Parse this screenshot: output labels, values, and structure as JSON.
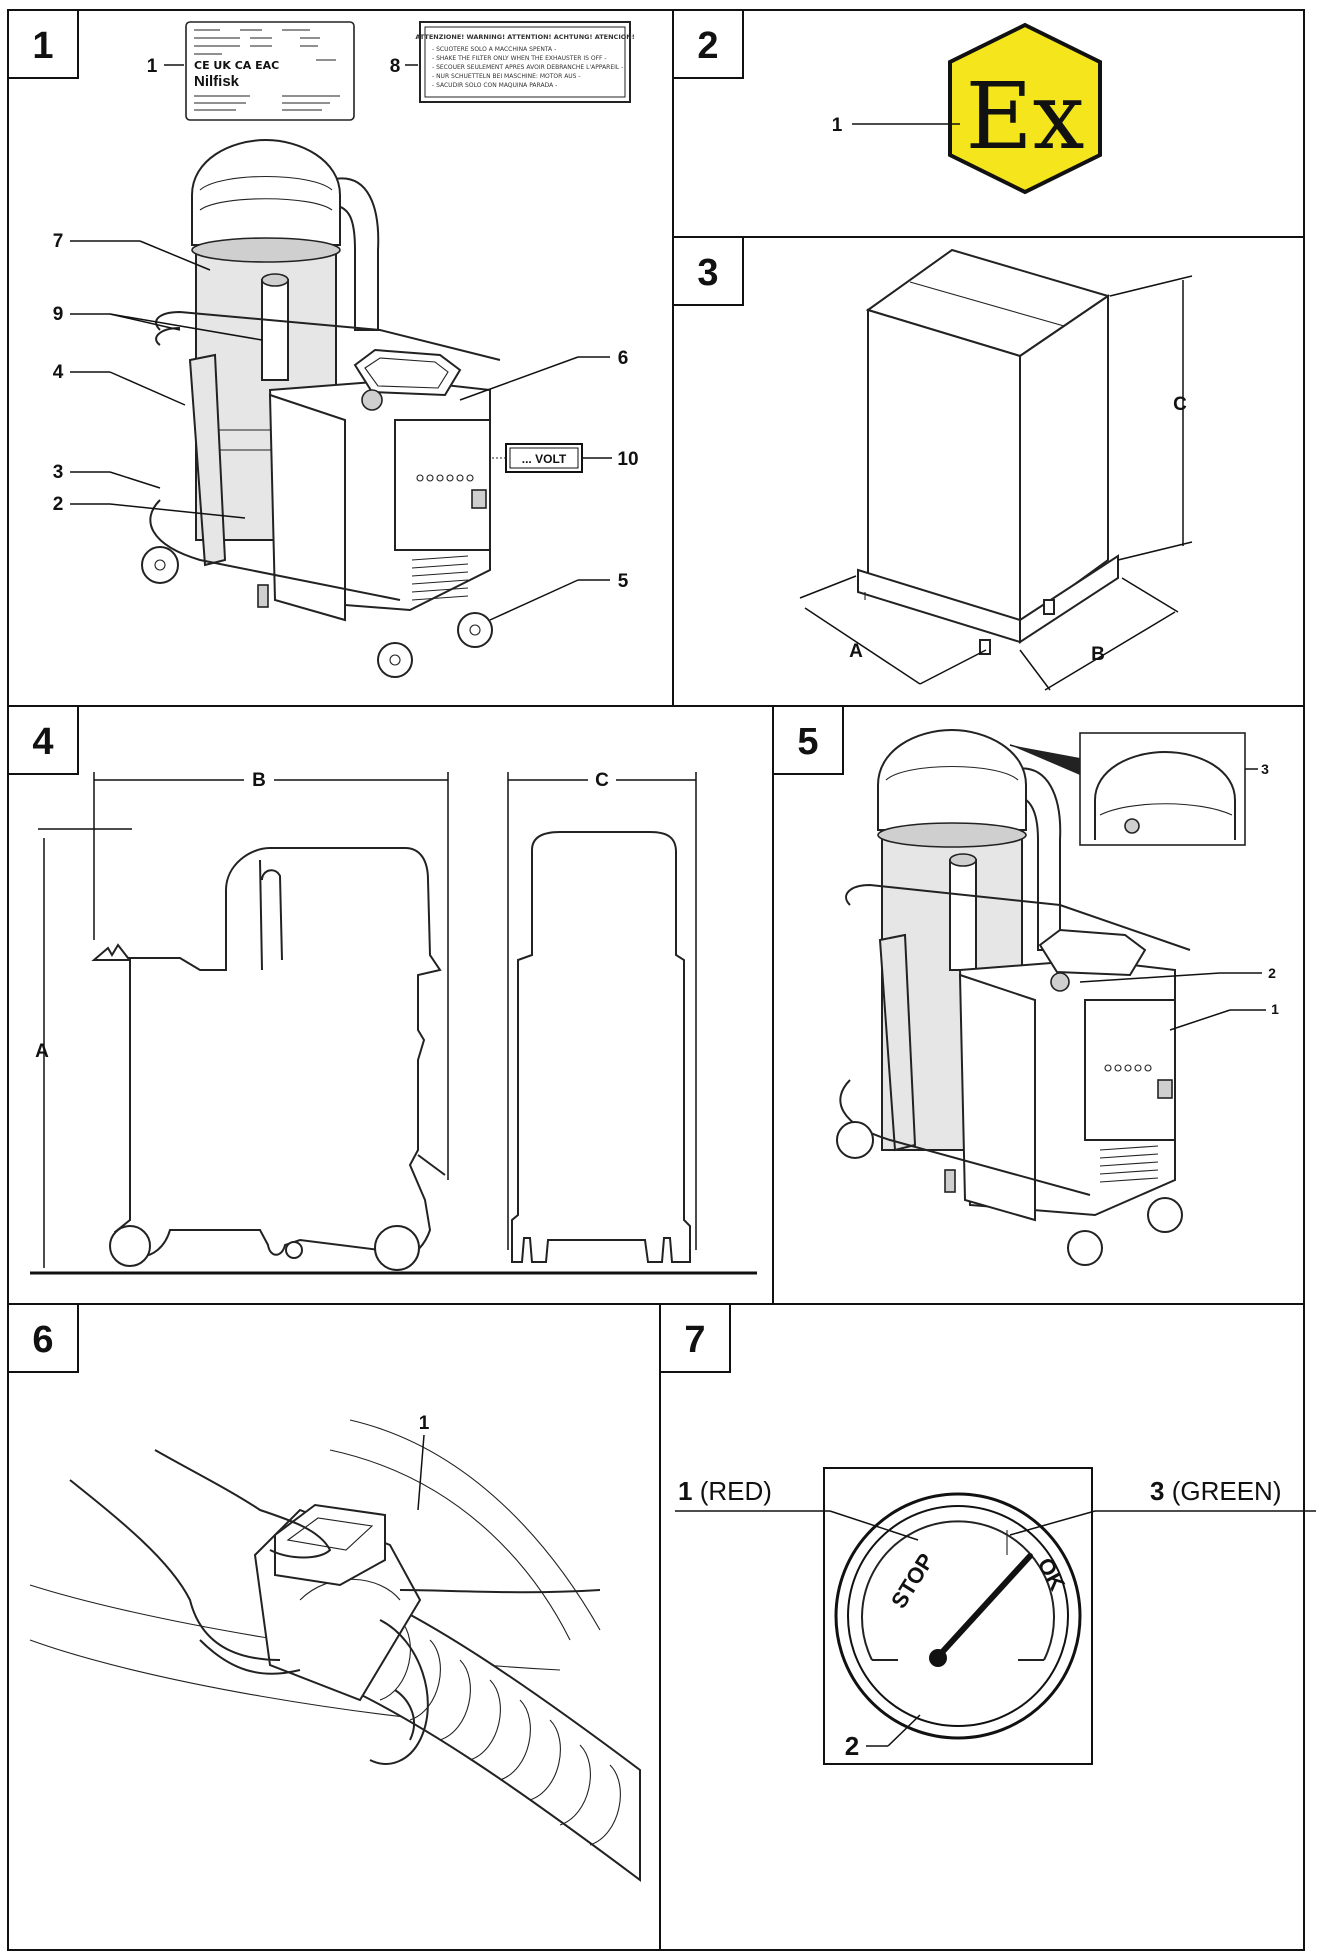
{
  "panels": [
    {
      "id": "1",
      "label": "1"
    },
    {
      "id": "2",
      "label": "2"
    },
    {
      "id": "3",
      "label": "3"
    },
    {
      "id": "4",
      "label": "4"
    },
    {
      "id": "5",
      "label": "5"
    },
    {
      "id": "6",
      "label": "6"
    },
    {
      "id": "7",
      "label": "7"
    }
  ],
  "panel1": {
    "callouts": [
      "1",
      "8",
      "7",
      "9",
      "4",
      "3",
      "2",
      "6",
      "10",
      "5"
    ],
    "volt_label": "... VOLT",
    "warning_plate": {
      "header": "ATTENZIONE! WARNING! ATTENTION! ACHTUNG! ATENCION!",
      "lines": [
        "- SCUOTERE SOLO A MACCHINA SPENTA -",
        "- SHAKE THE FILTER ONLY WHEN THE EXHAUSTER IS OFF -",
        "- SECOUER SEULEMENT APRES AVOIR DEBRANCHE L'APPAREIL -",
        "- NUR SCHUETTELN BEI MASCHINE: MOTOR AUS -",
        "- SACUDIR SOLO CON MAQUINA PARADA -"
      ]
    },
    "rating_plate": {
      "brand": "Nilfisk",
      "marks": "CE UK CA EAC"
    }
  },
  "panel2": {
    "callout": "1",
    "symbol": "Ex",
    "symbol_color": "#f4e51c"
  },
  "panel3": {
    "dims": [
      "A",
      "B",
      "C"
    ]
  },
  "panel4": {
    "dims": [
      "A",
      "B",
      "C"
    ]
  },
  "panel5": {
    "callouts": [
      "3",
      "2",
      "1"
    ]
  },
  "panel6": {
    "callout": "1"
  },
  "panel7": {
    "callout_1_num": "1",
    "callout_1_text": "(RED)",
    "callout_3_num": "3",
    "callout_3_text": "(GREEN)",
    "callout_2_num": "2",
    "stop": "STOP",
    "ok": "OK"
  }
}
